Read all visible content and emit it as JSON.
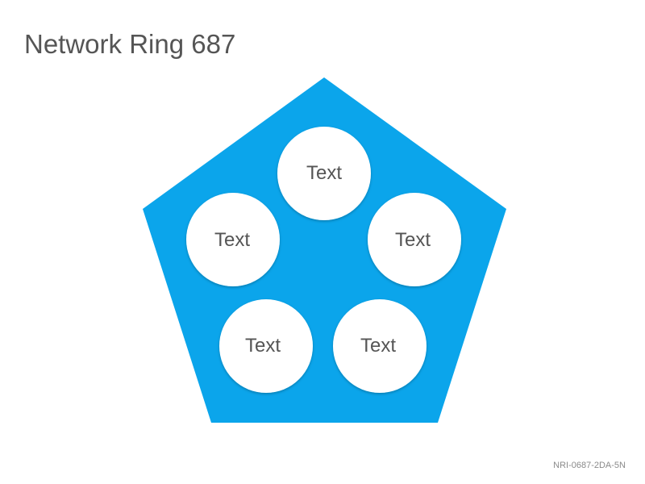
{
  "slide": {
    "title": "Network Ring 687",
    "footer_code": "NRI-0687-2DA-5N"
  },
  "diagram": {
    "shape": "pentagon",
    "fill_color": "#0BA5EB",
    "node_fill_color": "#FFFFFF",
    "text_color": "#555555",
    "nodes": [
      {
        "label": "Text"
      },
      {
        "label": "Text"
      },
      {
        "label": "Text"
      },
      {
        "label": "Text"
      },
      {
        "label": "Text"
      }
    ]
  }
}
